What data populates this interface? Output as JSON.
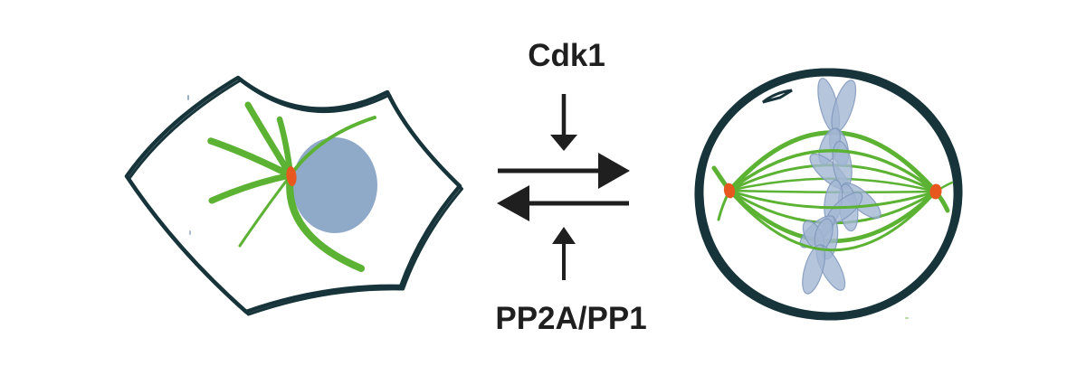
{
  "labels": {
    "kinase": "Cdk1",
    "phosphatase": "PP2A/PP1"
  },
  "colors": {
    "background": "#FFFFFF",
    "membrane_teal": "#17343B",
    "microtubule_green": "#5BB233",
    "centrosome_orange": "#E6581E",
    "nucleus_blue": "#8FA9C9",
    "chromosome_blue": "#A3B7D3",
    "chromosome_edge": "#7F97BB",
    "arrow_black": "#1F1F1F",
    "text_black": "#1F1F1F"
  },
  "diagram": {
    "left_cell_icon": "interphase-cell-icon",
    "right_cell_icon": "mitotic-spindle-cell-icon",
    "forward_regulator": "Cdk1",
    "reverse_regulator": "PP2A/PP1"
  }
}
